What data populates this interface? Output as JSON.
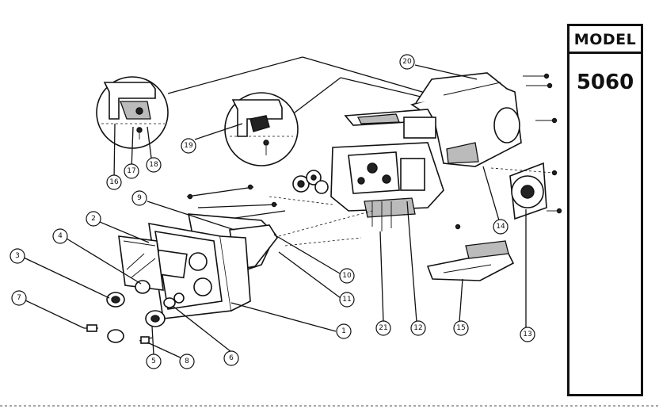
{
  "model_box": {
    "label": "MODEL",
    "number": "5060"
  },
  "callouts": [
    "1",
    "2",
    "3",
    "4",
    "5",
    "6",
    "7",
    "8",
    "9",
    "10",
    "11",
    "12",
    "13",
    "14",
    "15",
    "16",
    "17",
    "18",
    "19",
    "20",
    "21"
  ]
}
